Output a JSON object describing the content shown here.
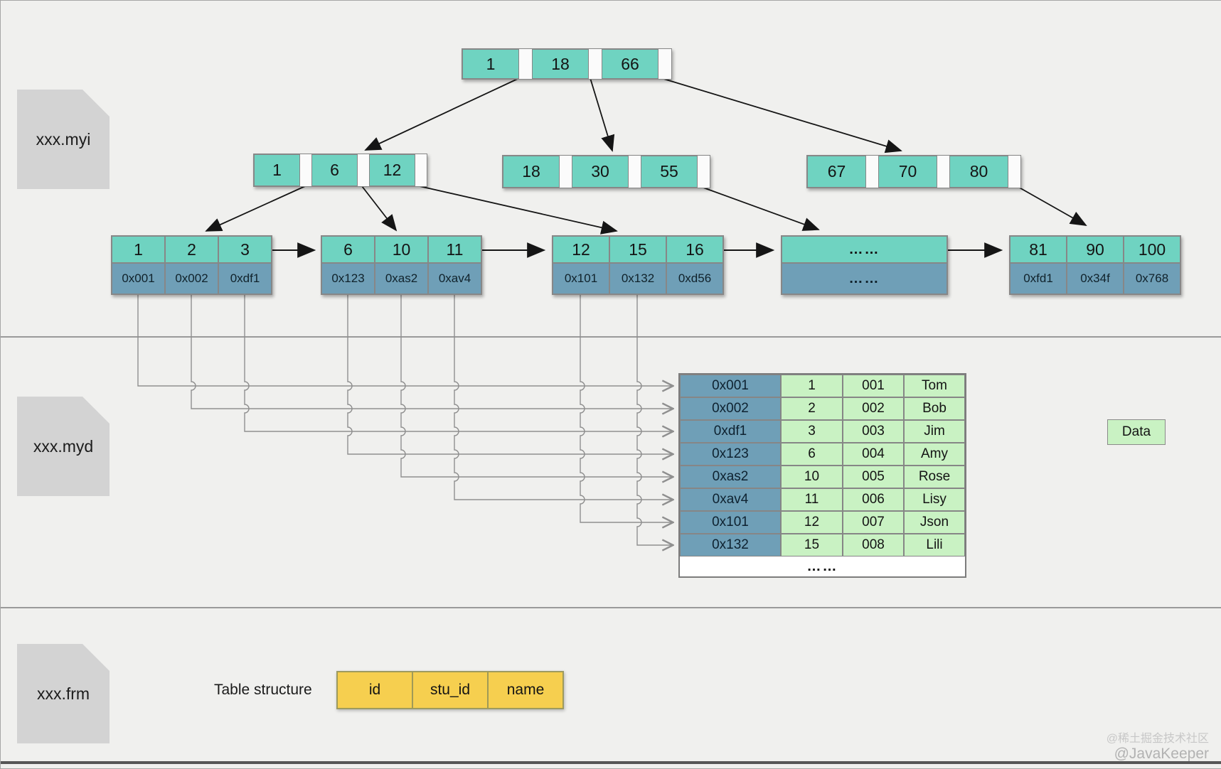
{
  "files": {
    "myi": "xxx.myi",
    "myd": "xxx.myd",
    "frm": "xxx.frm"
  },
  "btree": {
    "root": {
      "keys": [
        "1",
        "18",
        "66"
      ]
    },
    "internal": [
      {
        "keys": [
          "1",
          "6",
          "12"
        ]
      },
      {
        "keys": [
          "18",
          "30",
          "55"
        ]
      },
      {
        "keys": [
          "67",
          "70",
          "80"
        ]
      }
    ],
    "leaves": [
      {
        "keys": [
          "1",
          "2",
          "3"
        ],
        "pointers": [
          "0x001",
          "0x002",
          "0xdf1"
        ]
      },
      {
        "keys": [
          "6",
          "10",
          "11"
        ],
        "pointers": [
          "0x123",
          "0xas2",
          "0xav4"
        ]
      },
      {
        "keys": [
          "12",
          "15",
          "16"
        ],
        "pointers": [
          "0x101",
          "0x132",
          "0xd56"
        ]
      },
      {
        "keys_text": "……",
        "pointers_text": "……"
      },
      {
        "keys": [
          "81",
          "90",
          "100"
        ],
        "pointers": [
          "0xfd1",
          "0x34f",
          "0x768"
        ]
      }
    ]
  },
  "data_table": {
    "rows": [
      {
        "pointer": "0x001",
        "id": "1",
        "stu_id": "001",
        "name": "Tom"
      },
      {
        "pointer": "0x002",
        "id": "2",
        "stu_id": "002",
        "name": "Bob"
      },
      {
        "pointer": "0xdf1",
        "id": "3",
        "stu_id": "003",
        "name": "Jim"
      },
      {
        "pointer": "0x123",
        "id": "6",
        "stu_id": "004",
        "name": "Amy"
      },
      {
        "pointer": "0xas2",
        "id": "10",
        "stu_id": "005",
        "name": "Rose"
      },
      {
        "pointer": "0xav4",
        "id": "11",
        "stu_id": "006",
        "name": "Lisy"
      },
      {
        "pointer": "0x101",
        "id": "12",
        "stu_id": "007",
        "name": "Json"
      },
      {
        "pointer": "0x132",
        "id": "15",
        "stu_id": "008",
        "name": "Lili"
      }
    ],
    "ellipsis": "……",
    "data_label": "Data"
  },
  "table_structure": {
    "label": "Table structure",
    "columns": [
      "id",
      "stu_id",
      "name"
    ]
  },
  "watermark": {
    "line1": "@稀土掘金技术社区",
    "line2": "@JavaKeeper"
  },
  "colors": {
    "teal": "#6fd3c1",
    "slate_blue": "#6f9fb7",
    "light_green": "#c9f2c3",
    "yellow": "#f6cf4f",
    "icon_gray": "#d3d3d3",
    "background": "#f0f0ee",
    "line_gray": "#8f8f8f",
    "arrow_black": "#151515"
  }
}
